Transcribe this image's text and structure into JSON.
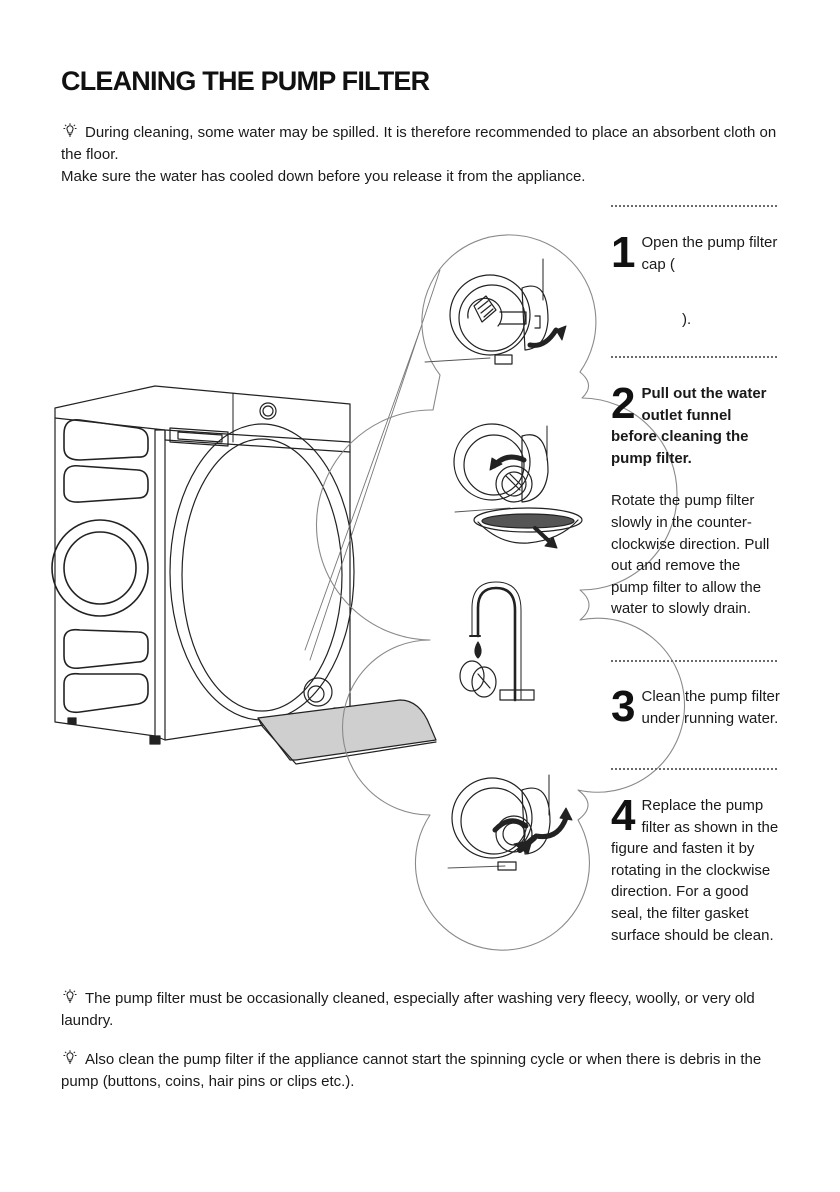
{
  "title": "CLEANING THE PUMP FILTER",
  "intro": {
    "line1": "During cleaning, some water may be spilled. It is therefore recommended to place an absorbent cloth on the floor.",
    "line2": "Make sure the water has cooled down before you release it from the appliance."
  },
  "steps": [
    {
      "number": "1",
      "paras": [
        "Open the pump filter cap (",
        ")."
      ]
    },
    {
      "number": "2",
      "para1": "Pull out the water outlet funnel before cleaning the pump filter.",
      "para2": "Rotate the pump filter slowly in the counter-clockwise direction. Pull out and remove the pump filter to allow the water to slowly drain."
    },
    {
      "number": "3",
      "para1": "Clean the pump filter under running water."
    },
    {
      "number": "4",
      "para1": "Replace the pump filter as shown in the figure and fasten it by rotating in the clockwise direction. For a good seal, the filter gasket surface should be clean."
    }
  ],
  "notes": [
    "The pump filter must be occasionally cleaned, especially after washing very fleecy, woolly, or very old laundry.",
    "Also clean the pump filter if the appliance cannot start the spinning cycle or when there is debris in the pump (buttons, coins, hair pins or clips etc.)."
  ],
  "icons": {
    "tip": "lightbulb-icon"
  }
}
